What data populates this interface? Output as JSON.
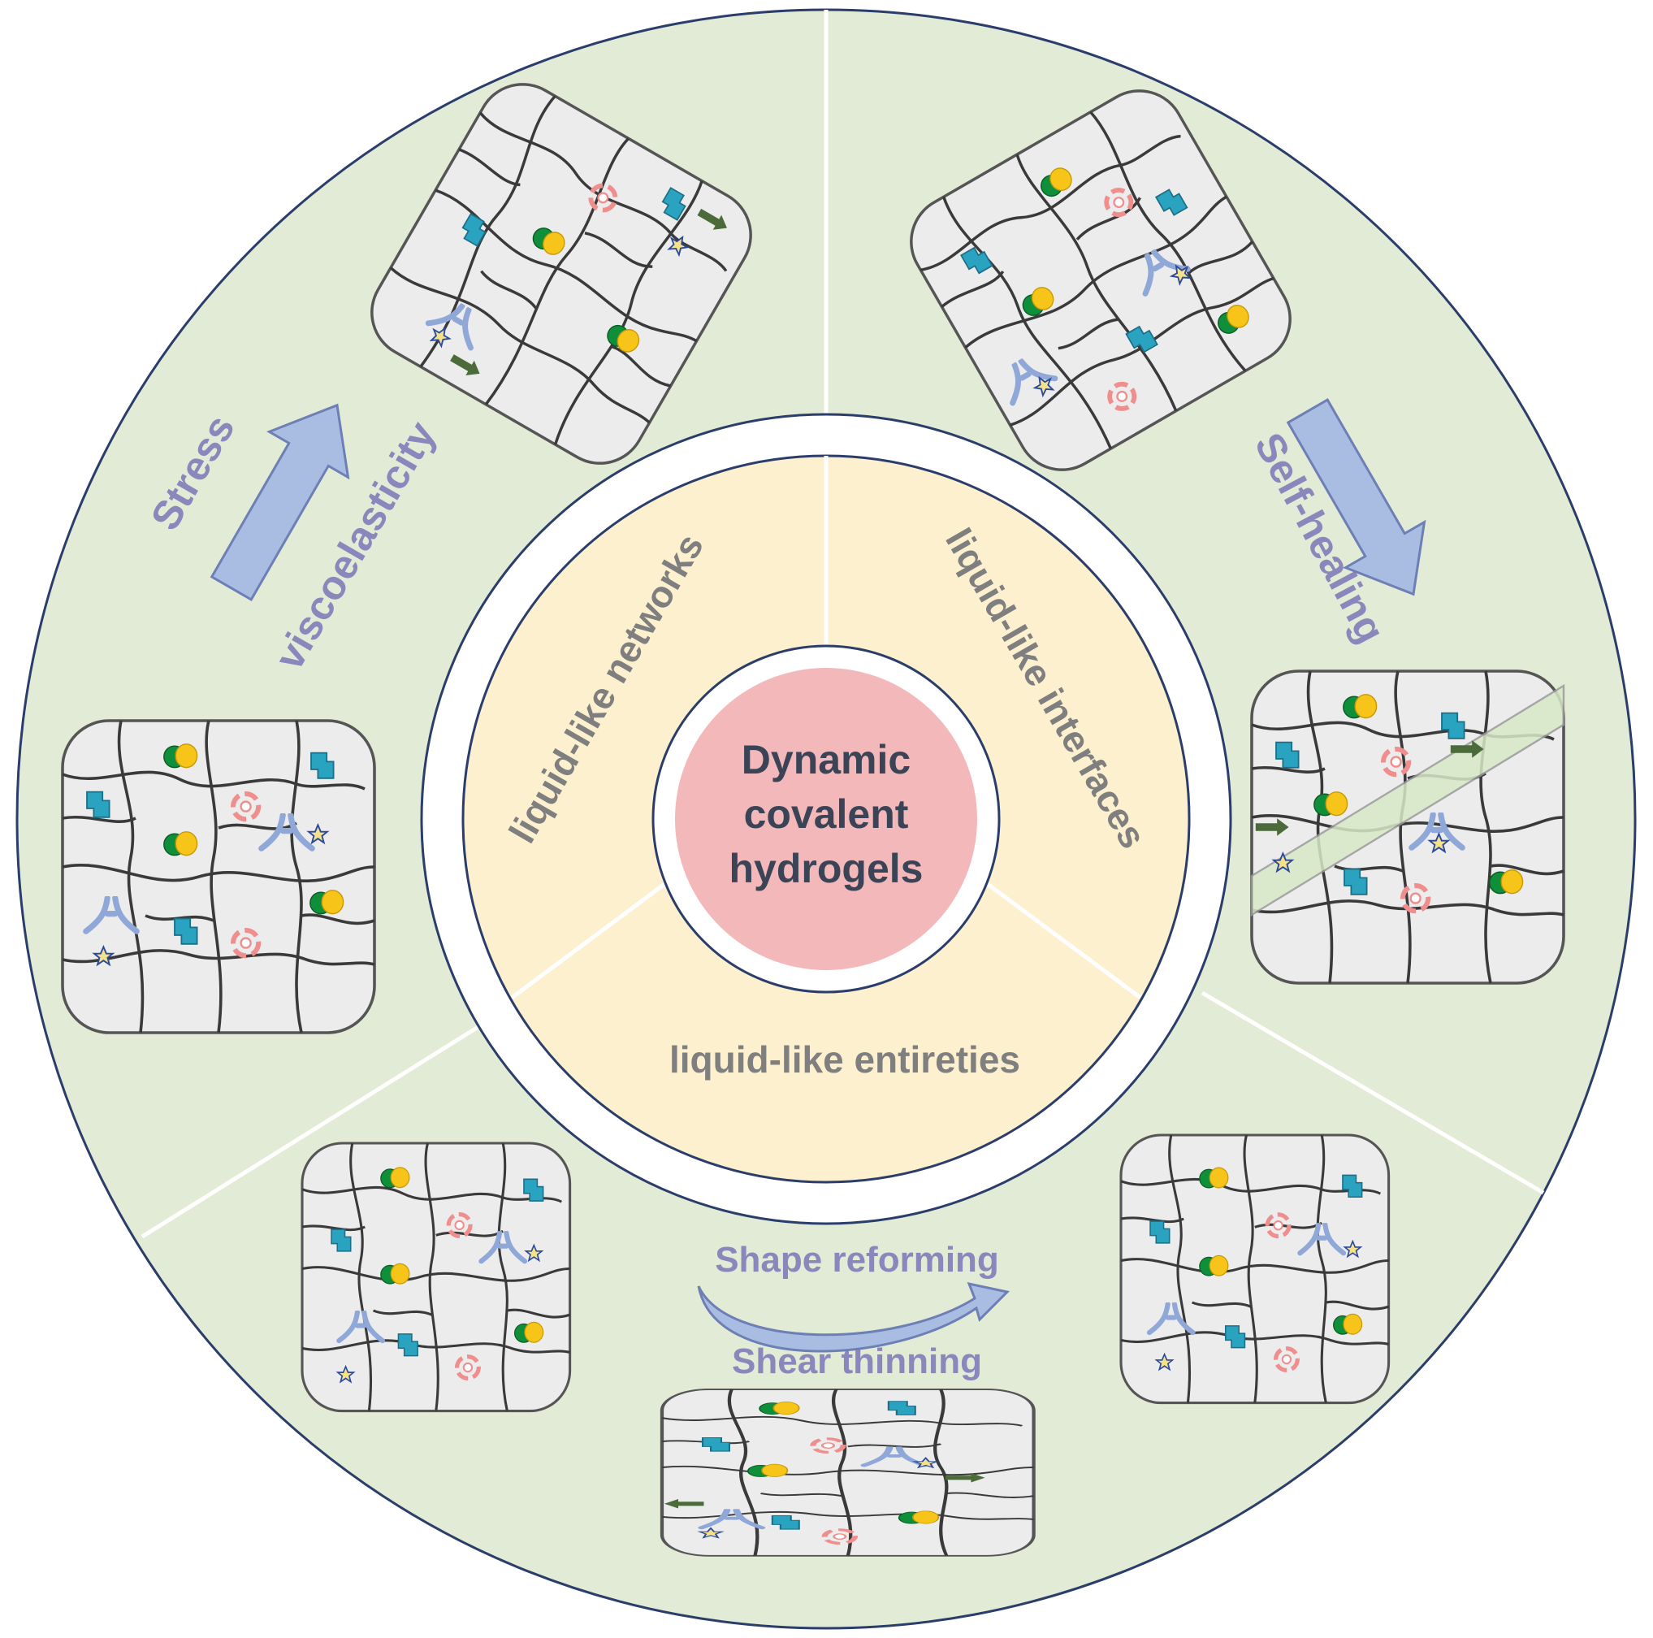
{
  "center": {
    "line1": "Dynamic",
    "line2": "covalent",
    "line3": "hydrogels"
  },
  "inner_ring": {
    "networks": "liquid-like networks",
    "interfaces": "liquid-like interfaces",
    "entireties": "liquid-like entireties"
  },
  "outer_ring": {
    "stress": "Stress",
    "viscoelasticity": "viscoelasticity",
    "self_healing": "Self-healing",
    "shape_reforming": "Shape reforming",
    "shear_thinning": "Shear thinning"
  },
  "colors": {
    "outer_fill": "#e2ebd5",
    "outer_stroke": "#2b3e6b",
    "inner_fill": "#fdf0cf",
    "center_fill": "#f3b8b9",
    "text_dark": "#3a4456",
    "text_gray": "#7f7f7f",
    "text_purple": "#8b86bb",
    "arrow_fill": "#a9bde3",
    "arrow_stroke": "#6e7fb6",
    "panel_fill": "#ececec",
    "panel_stroke": "#555555",
    "chain": "#3a3a3a",
    "teal": "#2aa3c0",
    "green": "#0f8f3a",
    "yellow": "#f7c51a",
    "pink": "#ef8e8c",
    "crosslink": "#8fa8d8",
    "star": "#f4e18a",
    "small_arrow": "#4b6b3a"
  }
}
